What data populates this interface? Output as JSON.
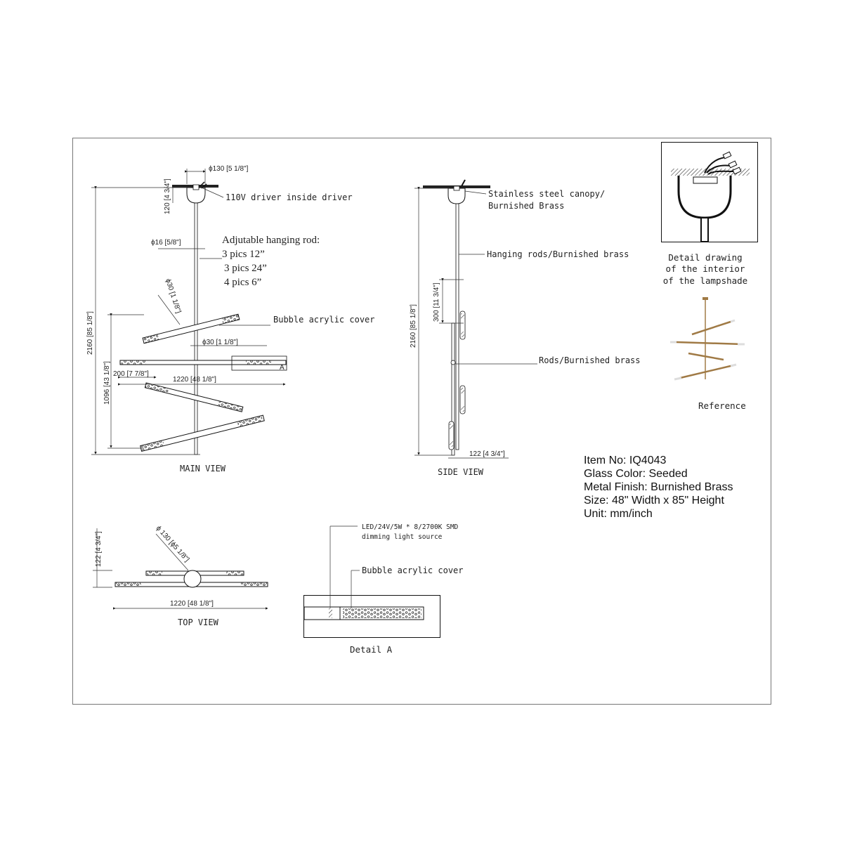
{
  "main_view": {
    "title": "MAIN VIEW",
    "dim_canopy": "ϕ130 [5 1/8\"]",
    "dim_canopy_height": "120 [4 3/4\"]",
    "label_driver": "110V driver inside driver",
    "dim_rod": "ϕ16 [5/8\"]",
    "hanging_rod_note": [
      "Adjutable hanging rod:",
      "3 pics  12”",
      "3 pics 24”",
      "4 pics  6”"
    ],
    "dim_tube_angled": "ϕ30 [1 1/8\"]",
    "label_cover": "Bubble acrylic cover",
    "dim_tube": "ϕ30 [1 1/8\"]",
    "detail_marker": "A",
    "dim_total_height": "2160 [85 1/8\"]",
    "dim_body_height": "1096 [43 1/8\"]",
    "dim_offset": "200 [7 7/8\"]",
    "dim_width": "1220 [48 1/8\"]"
  },
  "side_view": {
    "title": "SIDE VIEW",
    "label_canopy": [
      "Stainless steel canopy/",
      "Burnished Brass"
    ],
    "label_hanging": "Hanging rods/Burnished brass",
    "dim_spacing": "300 [11 3/4\"]",
    "label_rods": "Rods/Burnished brass",
    "dim_total_height": "2160 [85 1/8\"]",
    "dim_depth": "122 [4 3/4\"]"
  },
  "detail_interior": {
    "caption": [
      "Detail drawing",
      "of the interior",
      "of the lampshade"
    ]
  },
  "reference": {
    "caption": "Reference"
  },
  "specs": {
    "item": "Item No: IQ4043",
    "glass": "Glass Color: Seeded",
    "finish": "Metal Finish: Burnished Brass",
    "size": "Size: 48\" Width x 85\" Height",
    "unit": "Unit: mm/inch"
  },
  "top_view": {
    "title": "TOP VIEW",
    "dim_height": "122 [4 3/4\"]",
    "dim_diameter": "ϕ 130 [ϕ5 1/8\"]",
    "dim_width": "1220 [48 1/8\"]"
  },
  "detail_a": {
    "title": "Detail A",
    "label_led": [
      "LED/24V/5W * 8/2700K SMD",
      "dimming light source"
    ],
    "label_cover": "Bubble acrylic cover"
  },
  "colors": {
    "brass": "#a07a45",
    "line": "#111111",
    "frame": "#777777"
  }
}
